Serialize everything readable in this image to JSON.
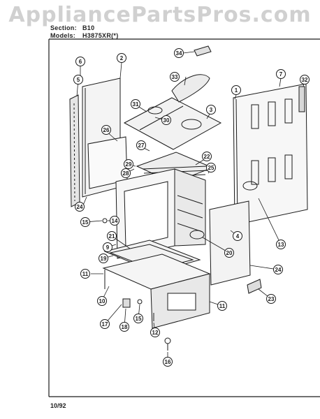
{
  "header": {
    "section_label": "Section:",
    "section_value": "B10",
    "models_label": "Models:",
    "models_value": "H3875XR(*)"
  },
  "watermark": "AppliancePartsPros.com",
  "footer_date": "10/92",
  "callouts": [
    "1",
    "2",
    "3",
    "4",
    "5",
    "6",
    "7",
    "9",
    "10",
    "11",
    "11",
    "12",
    "13",
    "14",
    "15",
    "15",
    "16",
    "17",
    "18",
    "19",
    "20",
    "21",
    "22",
    "23",
    "24",
    "24",
    "25",
    "26",
    "27",
    "28",
    "29",
    "30",
    "31",
    "32",
    "33",
    "34"
  ],
  "colors": {
    "ink": "#1a1a1a",
    "paper": "#ffffff",
    "watermark": "#aaaaaa"
  }
}
